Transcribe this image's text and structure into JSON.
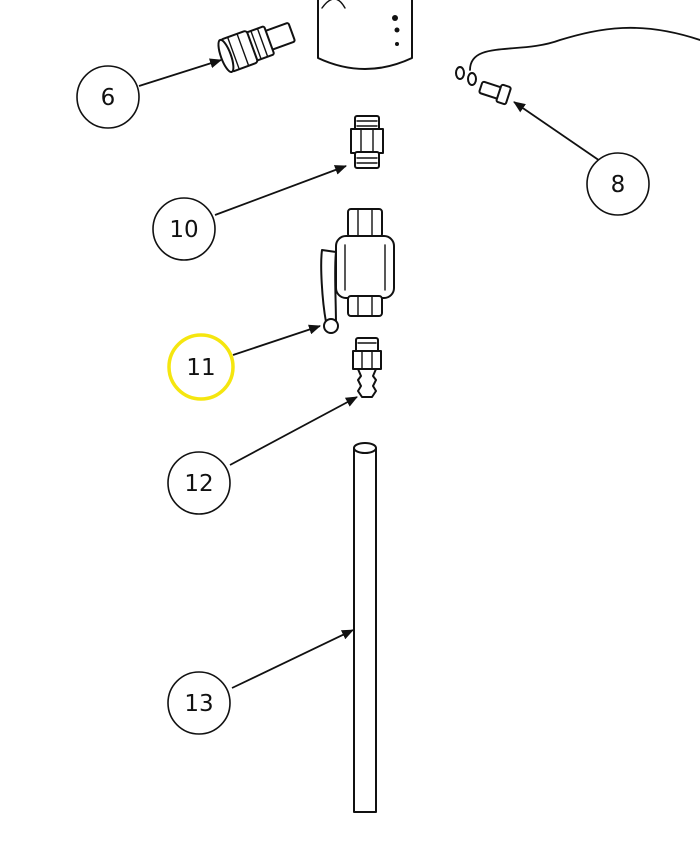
{
  "callouts": [
    {
      "id": "6",
      "label": "6"
    },
    {
      "id": "8",
      "label": "8"
    },
    {
      "id": "10",
      "label": "10"
    },
    {
      "id": "11",
      "label": "11",
      "highlighted": true
    },
    {
      "id": "12",
      "label": "12"
    },
    {
      "id": "13",
      "label": "13"
    }
  ],
  "highlight_color": "#f5e60f",
  "line_color": "#111111"
}
